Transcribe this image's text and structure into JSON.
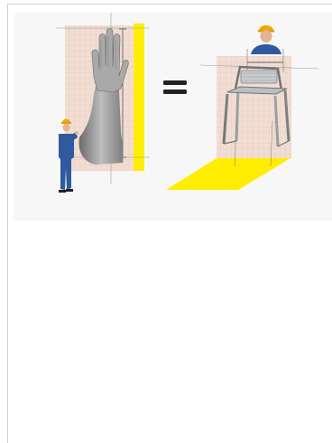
{
  "illustration": {
    "left_panel": "raised-arm-height-reference",
    "operator": "standing-worker-hard-hat",
    "relation_symbol": "equals-sign",
    "right_panel": "chair-dimension-reference",
    "bystander": "worker-portrait-hard-hat"
  },
  "colors": {
    "grid_panel": "#f1ddd3",
    "highlight_yellow": "#ffee00",
    "worker_uniform": "#2f5aa0",
    "hard_hat": "#f2a900",
    "skin": "#e4b38f",
    "steel": "#8f9596"
  }
}
